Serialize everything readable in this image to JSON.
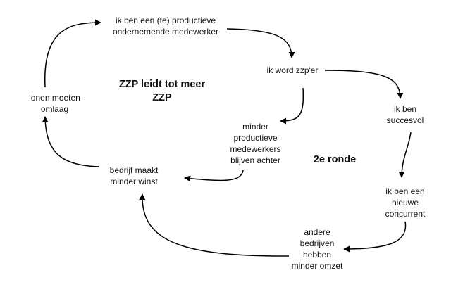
{
  "diagram": {
    "nodes": {
      "productive": "ik ben een (te) productieve\nondernemende medewerker",
      "zzp": "ik word zzp'er",
      "succesvol": "ik ben\nsuccesvol",
      "concurrent": "ik ben een\nnieuwe\nconcurrent",
      "omzet": "andere\nbedrijven\nhebben\nminder omzet",
      "winst": "bedrijf maakt\nminder winst",
      "lonen": "lonen moeten\nomlaag",
      "achter": "minder\nproductieve\nmedewerkers\nblijven achter"
    },
    "labels": {
      "title": "ZZP leidt tot meer\nZZP",
      "round": "2e ronde"
    },
    "edges": [
      {
        "from": "productive",
        "to": "zzp"
      },
      {
        "from": "zzp",
        "to": "succesvol"
      },
      {
        "from": "succesvol",
        "to": "concurrent"
      },
      {
        "from": "concurrent",
        "to": "omzet"
      },
      {
        "from": "omzet",
        "to": "winst"
      },
      {
        "from": "winst",
        "to": "lonen"
      },
      {
        "from": "lonen",
        "to": "productive"
      },
      {
        "from": "zzp",
        "to": "achter"
      },
      {
        "from": "achter",
        "to": "winst"
      }
    ],
    "colors": {
      "line": "#000000",
      "text": "#111111",
      "background": "#ffffff"
    }
  }
}
